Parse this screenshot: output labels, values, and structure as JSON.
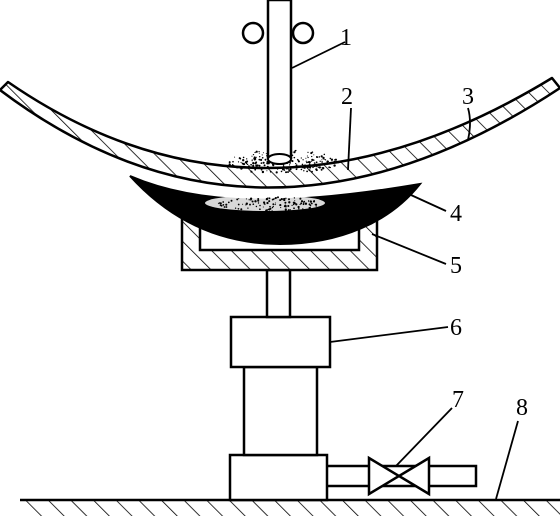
{
  "colors": {
    "ink": "#000000",
    "paper": "#ffffff"
  },
  "callouts": [
    {
      "label": "1"
    },
    {
      "label": "2"
    },
    {
      "label": "3"
    },
    {
      "label": "4"
    },
    {
      "label": "5"
    },
    {
      "label": "6"
    },
    {
      "label": "7"
    },
    {
      "label": "8"
    }
  ]
}
